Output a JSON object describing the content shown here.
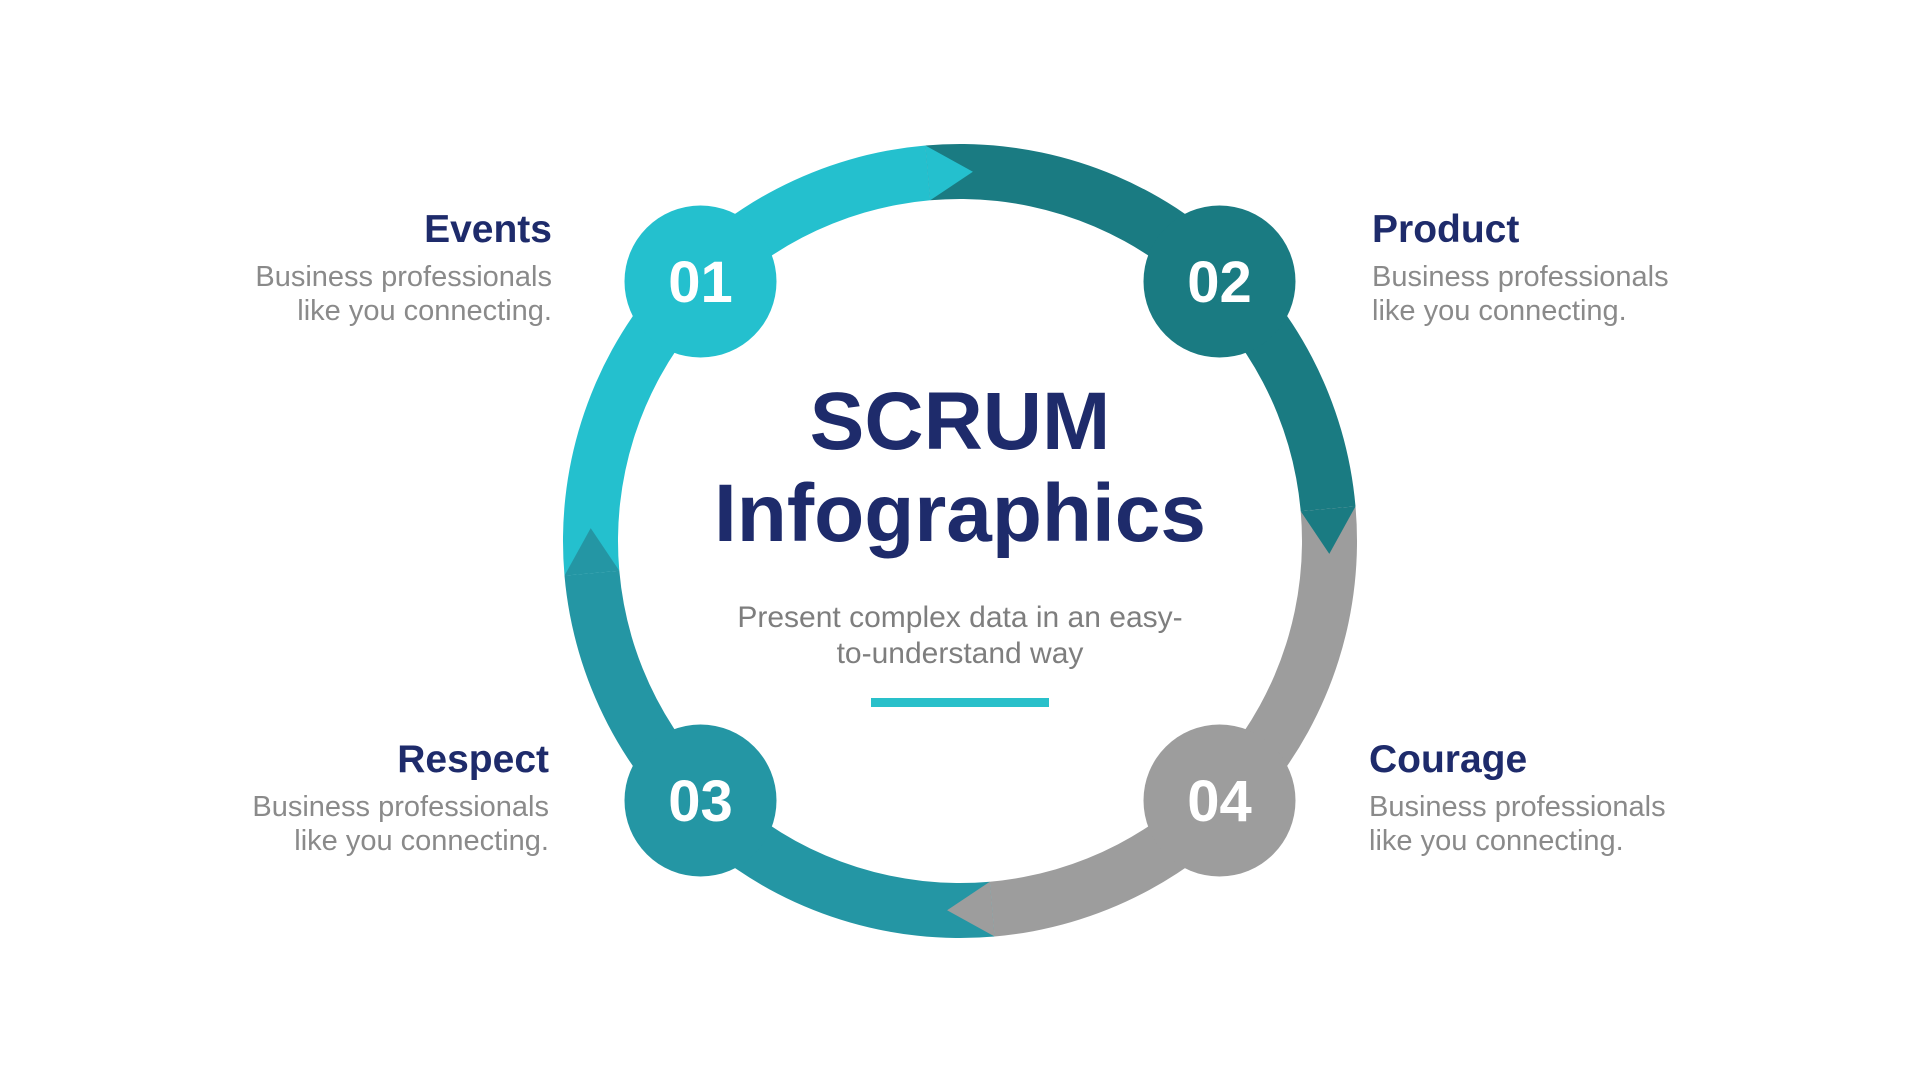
{
  "center": {
    "title_line1": "SCRUM",
    "title_line2": "Infographics",
    "subtitle_line1": "Present complex data in an easy-",
    "subtitle_line2": "to-understand way"
  },
  "steps": [
    {
      "number": "01",
      "label": "Events",
      "description_line1": "Business professionals",
      "description_line2": "like you connecting.",
      "color": "#24C0CE"
    },
    {
      "number": "02",
      "label": "Product",
      "description_line1": "Business professionals",
      "description_line2": "like you connecting.",
      "color": "#1A7B82"
    },
    {
      "number": "03",
      "label": "Respect",
      "description_line1": "Business professionals",
      "description_line2": "like you connecting.",
      "color": "#2496A4"
    },
    {
      "number": "04",
      "label": "Courage",
      "description_line1": "Business professionals",
      "description_line2": "like you connecting.",
      "color": "#9D9D9D"
    }
  ],
  "colors": {
    "title_navy": "#1E2B6B",
    "description_gray": "#8A8A8A",
    "subtitle_gray": "#7E7E7E",
    "underline_cyan": "#29C0CA",
    "background": "#FFFFFF",
    "node_number_white": "#FFFFFF"
  }
}
